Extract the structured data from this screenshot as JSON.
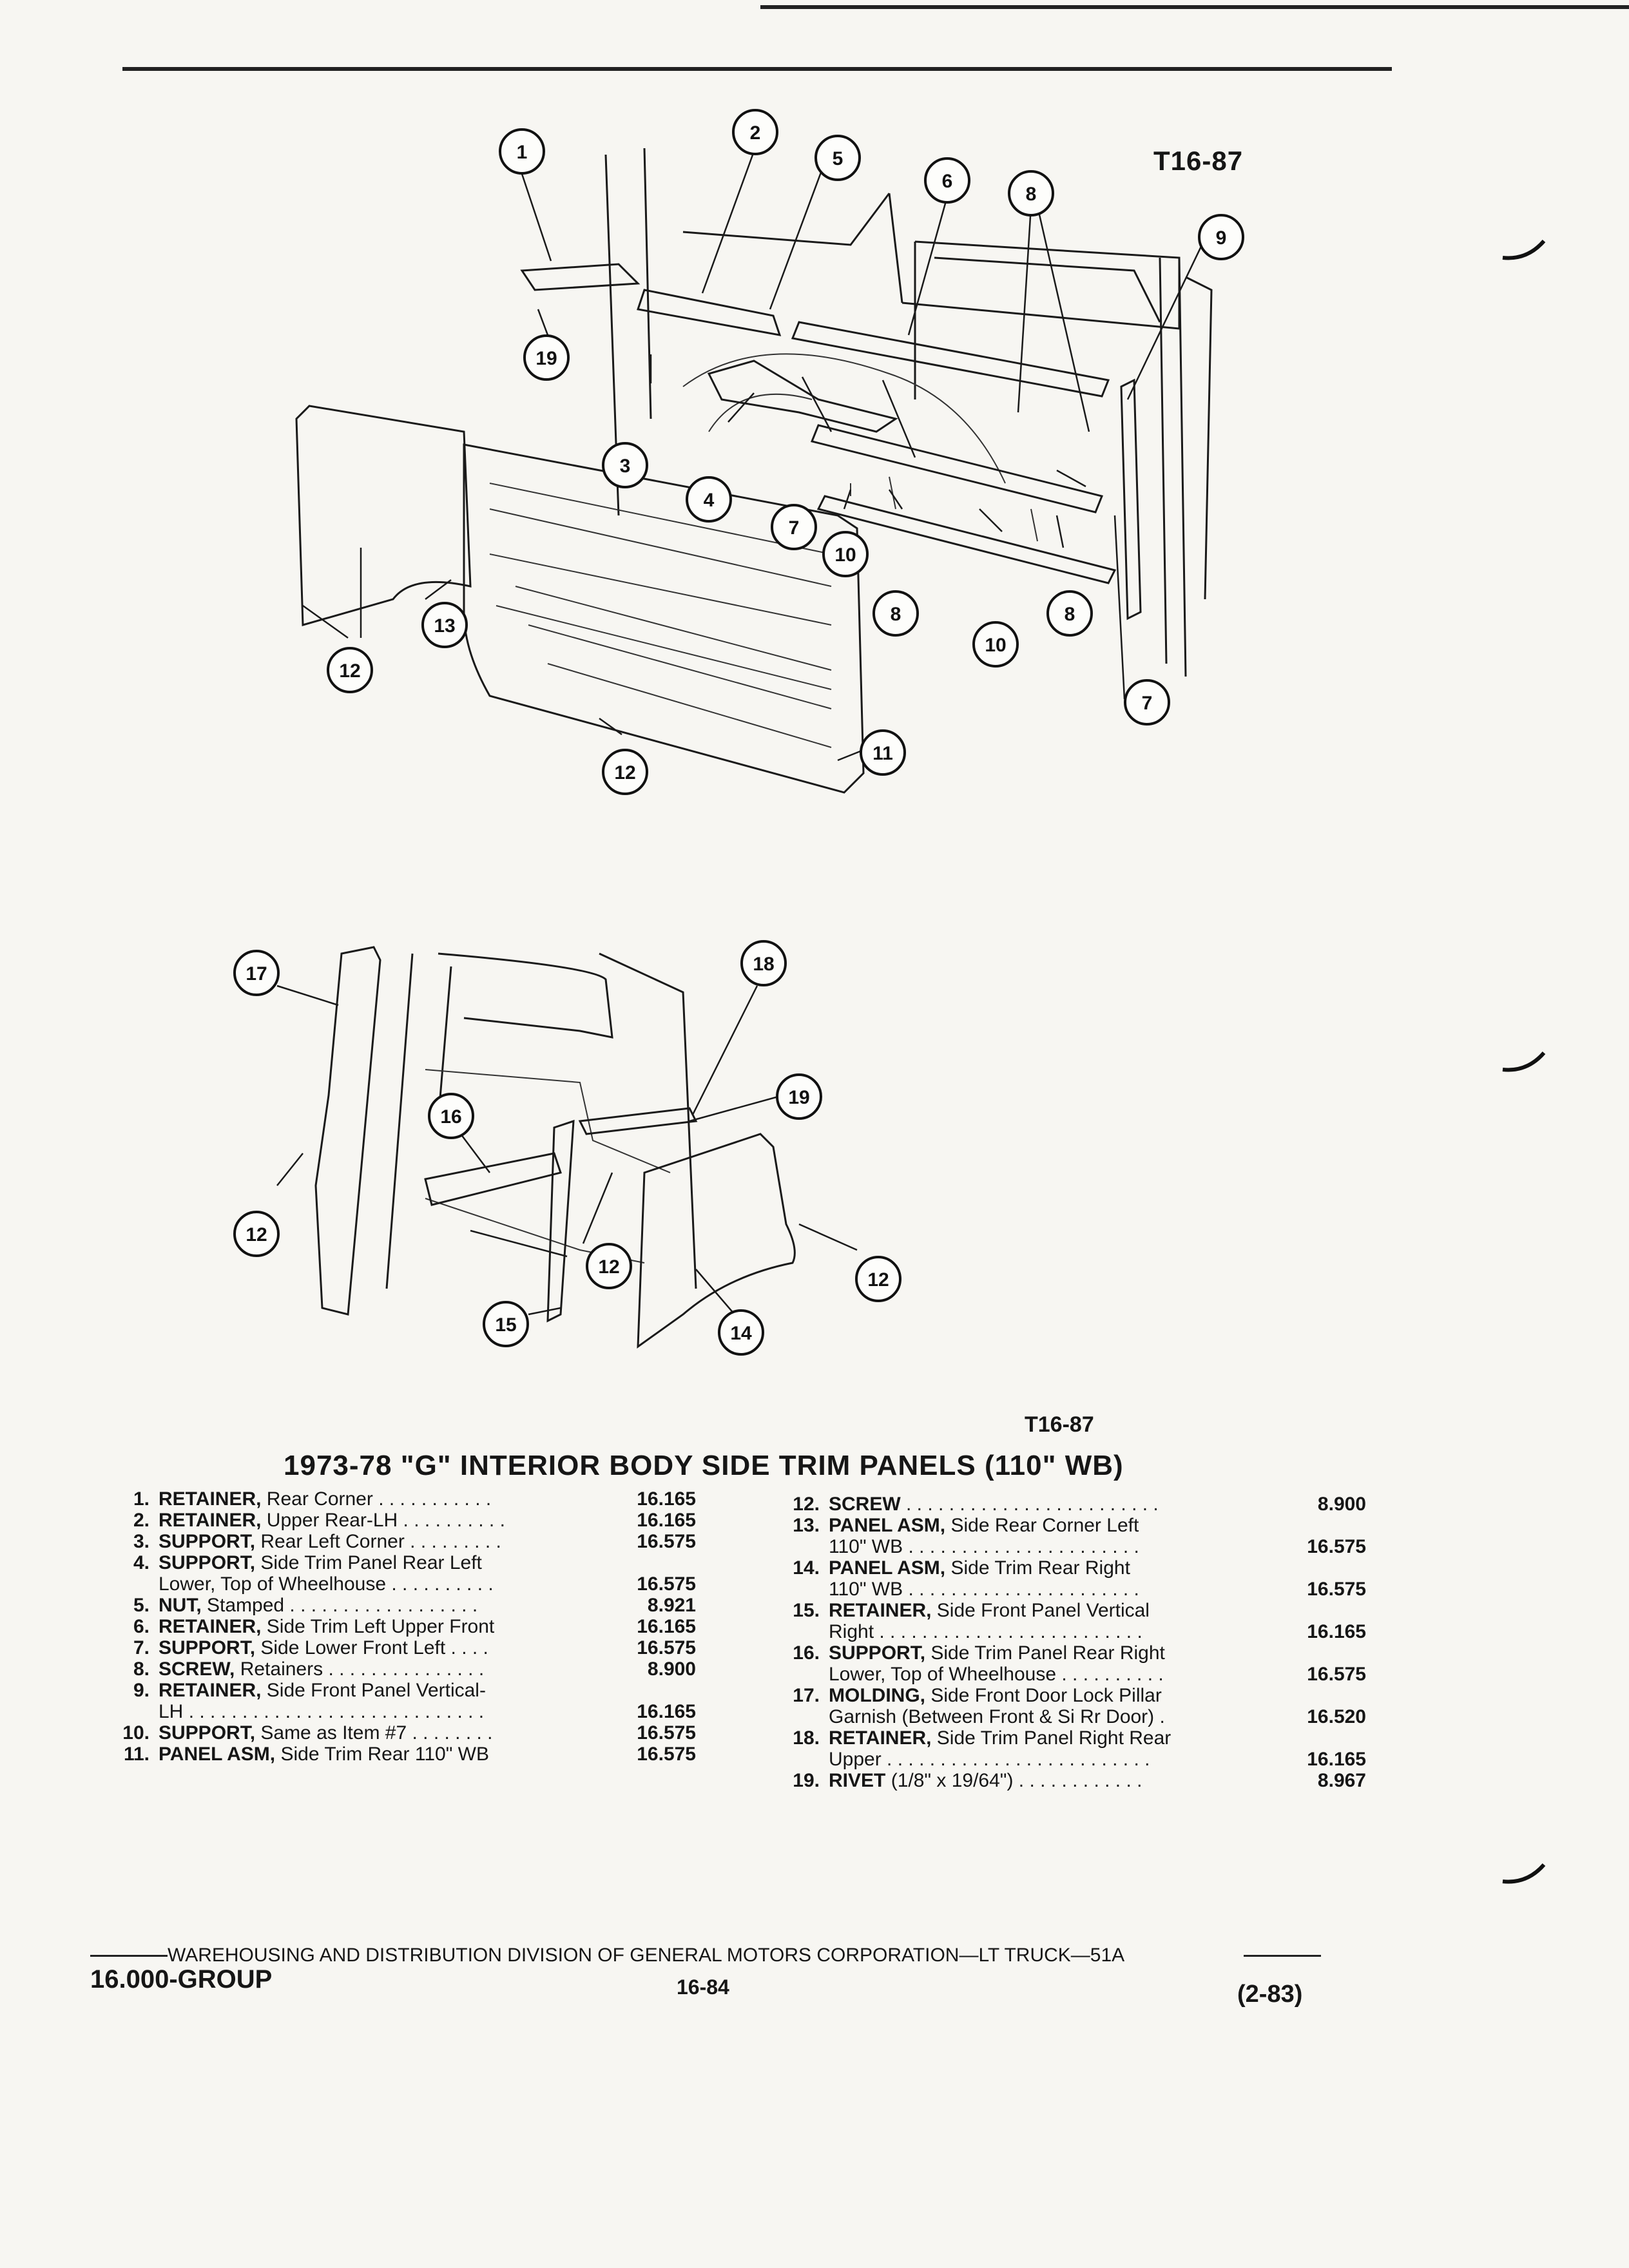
{
  "figure": {
    "code_top": "T16-87",
    "code_bottom": "T16-87",
    "callouts_upper": [
      "1",
      "2",
      "5",
      "6",
      "8",
      "9",
      "19",
      "3",
      "4",
      "7",
      "10",
      "8",
      "8",
      "10",
      "12",
      "13",
      "12",
      "11",
      "7"
    ],
    "callouts_lower": [
      "17",
      "18",
      "19",
      "16",
      "12",
      "12",
      "15",
      "14",
      "12"
    ]
  },
  "parts_list": {
    "title": "1973-78 \"G\" INTERIOR BODY SIDE TRIM PANELS (110\" WB)",
    "left": [
      {
        "num": "1.",
        "name": "RETAINER,",
        "desc": "Rear Corner",
        "dots": " . . . . . . . . . . .",
        "group": "16.165"
      },
      {
        "num": "2.",
        "name": "RETAINER,",
        "desc": "Upper Rear-LH",
        "dots": " . . . . . . . . . .",
        "group": "16.165"
      },
      {
        "num": "3.",
        "name": "SUPPORT,",
        "desc": "Rear Left Corner",
        "dots": " . . . . . . . . .",
        "group": "16.575"
      },
      {
        "num": "4.",
        "name": "SUPPORT,",
        "desc": "Side Trim Panel Rear Left",
        "cont": "Lower, Top of Wheelhouse",
        "dots": " . . . . . . . . . .",
        "group": "16.575"
      },
      {
        "num": "5.",
        "name": "NUT,",
        "desc": "Stamped",
        "dots": " . . . . . . . . . . . . . . . . . .",
        "group": "8.921"
      },
      {
        "num": "6.",
        "name": "RETAINER,",
        "desc": "Side Trim Left Upper Front",
        "dots": "",
        "group": "16.165"
      },
      {
        "num": "7.",
        "name": "SUPPORT,",
        "desc": "Side Lower Front Left",
        "dots": " . . . .",
        "group": "16.575"
      },
      {
        "num": "8.",
        "name": "SCREW,",
        "desc": "Retainers",
        "dots": " . . . . . . . . . . . . . . .",
        "group": "8.900"
      },
      {
        "num": "9.",
        "name": "RETAINER,",
        "desc": "Side Front Panel Vertical-",
        "cont": "LH",
        "dots": " . . . . . . . . . . . . . . . . . . . . . . . . . . . .",
        "group": "16.165"
      },
      {
        "num": "10.",
        "name": "SUPPORT,",
        "desc": "Same as Item #7",
        "dots": " . . . . . . . .",
        "group": "16.575"
      },
      {
        "num": "11.",
        "name": "PANEL ASM,",
        "desc": "Side Trim Rear 110\" WB",
        "dots": "",
        "group": "16.575"
      }
    ],
    "right": [
      {
        "num": "12.",
        "name": "SCREW",
        "desc": "",
        "dots": " . . . . . . . . . . . . . . . . . . . . . . . .",
        "group": "8.900"
      },
      {
        "num": "13.",
        "name": "PANEL ASM,",
        "desc": "Side Rear Corner Left",
        "cont": "110\" WB",
        "dots": " . . . . . . . . . . . . . . . . . . . . . .",
        "group": "16.575"
      },
      {
        "num": "14.",
        "name": "PANEL ASM,",
        "desc": "Side Trim Rear Right",
        "cont": "110\" WB",
        "dots": " . . . . . . . . . . . . . . . . . . . . . .",
        "group": "16.575"
      },
      {
        "num": "15.",
        "name": "RETAINER,",
        "desc": "Side Front Panel Vertical",
        "cont": "Right",
        "dots": " . . . . . . . . . . . . . . . . . . . . . . . . .",
        "group": "16.165"
      },
      {
        "num": "16.",
        "name": "SUPPORT,",
        "desc": "Side Trim Panel Rear Right",
        "cont": "Lower, Top of Wheelhouse",
        "dots": " . . . . . . . . . .",
        "group": "16.575"
      },
      {
        "num": "17.",
        "name": "MOLDING,",
        "desc": "Side Front Door Lock Pillar",
        "cont": "Garnish (Between Front & Si Rr Door)",
        "dots": " .",
        "group": "16.520"
      },
      {
        "num": "18.",
        "name": "RETAINER,",
        "desc": "Side Trim Panel Right Rear",
        "cont": "Upper",
        "dots": " . . . . . . . . . . . . . . . . . . . . . . . . .",
        "group": "16.165"
      },
      {
        "num": "19.",
        "name": "RIVET",
        "desc": "(1/8\" x 19/64\")",
        "dots": " . . . . . . . . . . . .",
        "group": "8.967"
      }
    ]
  },
  "footer": {
    "division": "WAREHOUSING AND DISTRIBUTION DIVISION OF GENERAL MOTORS CORPORATION—LT TRUCK—51A",
    "group_label": "16.000-GROUP",
    "page": "16-84",
    "date_code": "(2-83)"
  }
}
